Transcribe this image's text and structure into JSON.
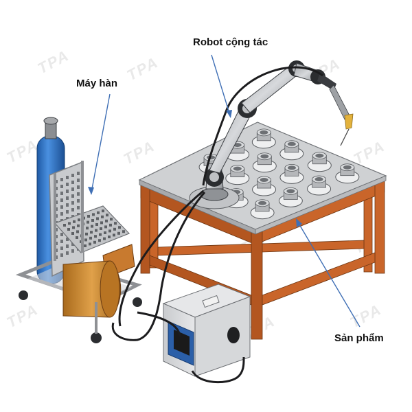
{
  "labels": {
    "welder": "Máy hàn",
    "robot": "Robot cộng tác",
    "product": "Sản phẩm"
  },
  "watermark": "TPA",
  "colors": {
    "arrow": "#3f6fb5",
    "table_wood": "#c9652a",
    "table_top": "#cfd1d3",
    "gas_cylinder": "#2f73c4",
    "cart_frame": "#a7a9ac",
    "wire_spool": "#c8862c",
    "feeder_box": "#d6d8da",
    "feeder_panel": "#2b5fa8"
  }
}
